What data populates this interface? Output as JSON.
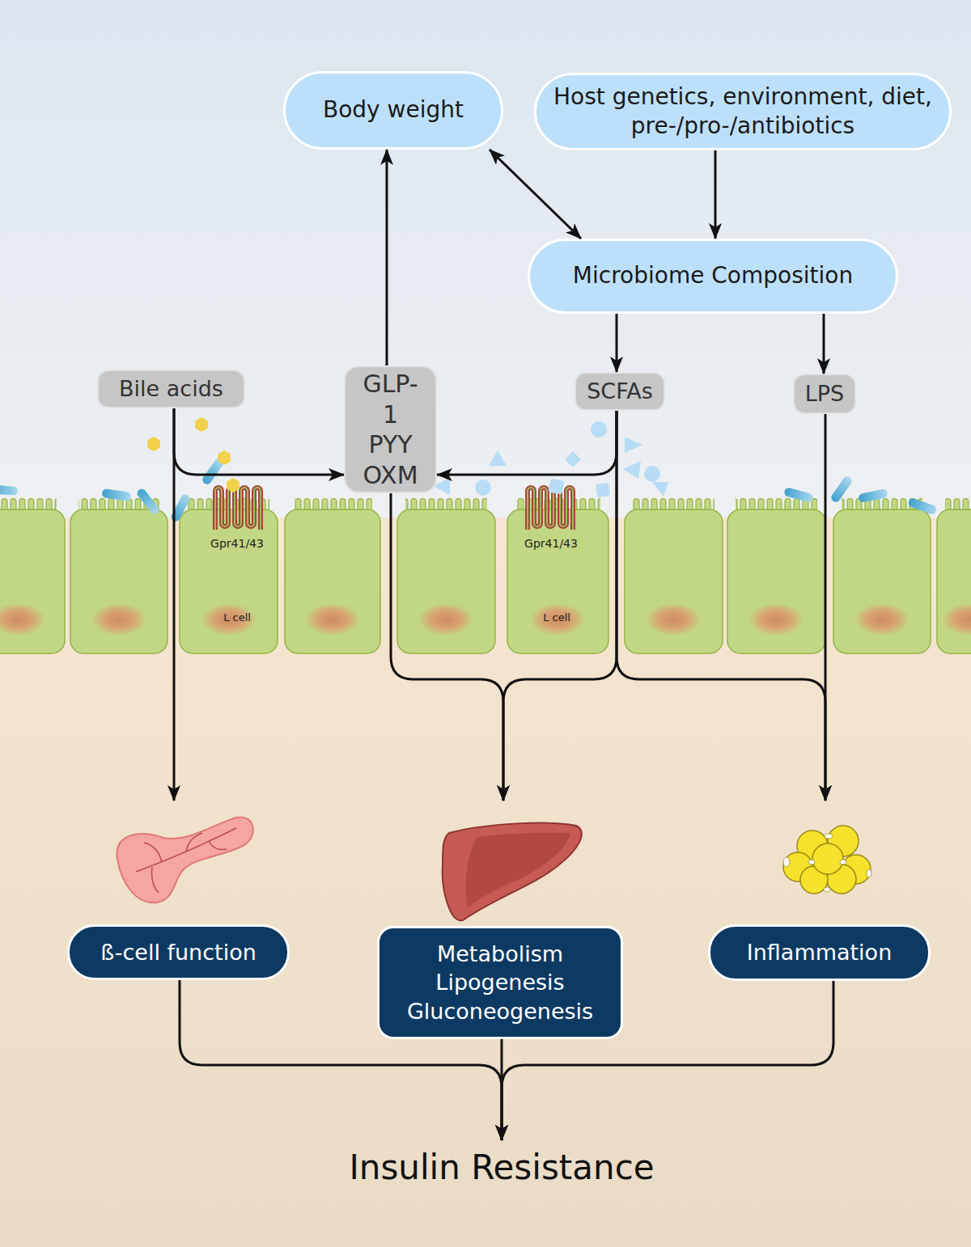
{
  "diagram": {
    "nodes": [
      {
        "text": [
          "Body weight"
        ]
      },
      {
        "text": [
          "Host genetics, environment, diet, pre-/pro-/antibiotics"
        ]
      },
      {
        "text": [
          "Microbiome Composition"
        ]
      },
      {
        "text": [
          "Bile acids"
        ]
      },
      {
        "text": [
          "GLP-1 PYY OXM"
        ]
      },
      {
        "text": [
          "SCFAs"
        ]
      },
      {
        "text": [
          "LPS"
        ]
      },
      {
        "text": [
          "ß-cell function"
        ]
      },
      {
        "text": [
          "Metabolism Lipogenesis Gluconeogenesis"
        ]
      },
      {
        "text": [
          "Inflammation"
        ]
      },
      {
        "text": [
          "Insulin Resistance"
        ]
      }
    ],
    "edges": [
      {
        "from": 4,
        "to": 0,
        "arrow": "to"
      },
      {
        "from": 0,
        "to": 2,
        "arrow": "both"
      },
      {
        "from": 1,
        "to": 2,
        "arrow": "to"
      },
      {
        "from": 2,
        "to": 5,
        "arrow": "to"
      },
      {
        "from": 2,
        "to": 6,
        "arrow": "to"
      },
      {
        "from": 3,
        "to": 4,
        "arrow": "to"
      },
      {
        "from": 5,
        "to": 4,
        "arrow": "to"
      },
      {
        "from": 3,
        "to": 7,
        "arrow": "to"
      },
      {
        "from": 4,
        "to": 8,
        "arrow": "to"
      },
      {
        "from": 5,
        "to": 8,
        "arrow": "to"
      },
      {
        "from": 5,
        "to": 9,
        "arrow": "to"
      },
      {
        "from": 6,
        "to": 9,
        "arrow": "to"
      },
      {
        "from": 7,
        "to": 10,
        "arrow": "to"
      },
      {
        "from": 8,
        "to": 10,
        "arrow": "to"
      },
      {
        "from": 9,
        "to": 10,
        "arrow": "to"
      }
    ],
    "labels": [
      "Gpr41/43",
      "L cell",
      "Gpr41/43",
      "L cell"
    ]
  }
}
